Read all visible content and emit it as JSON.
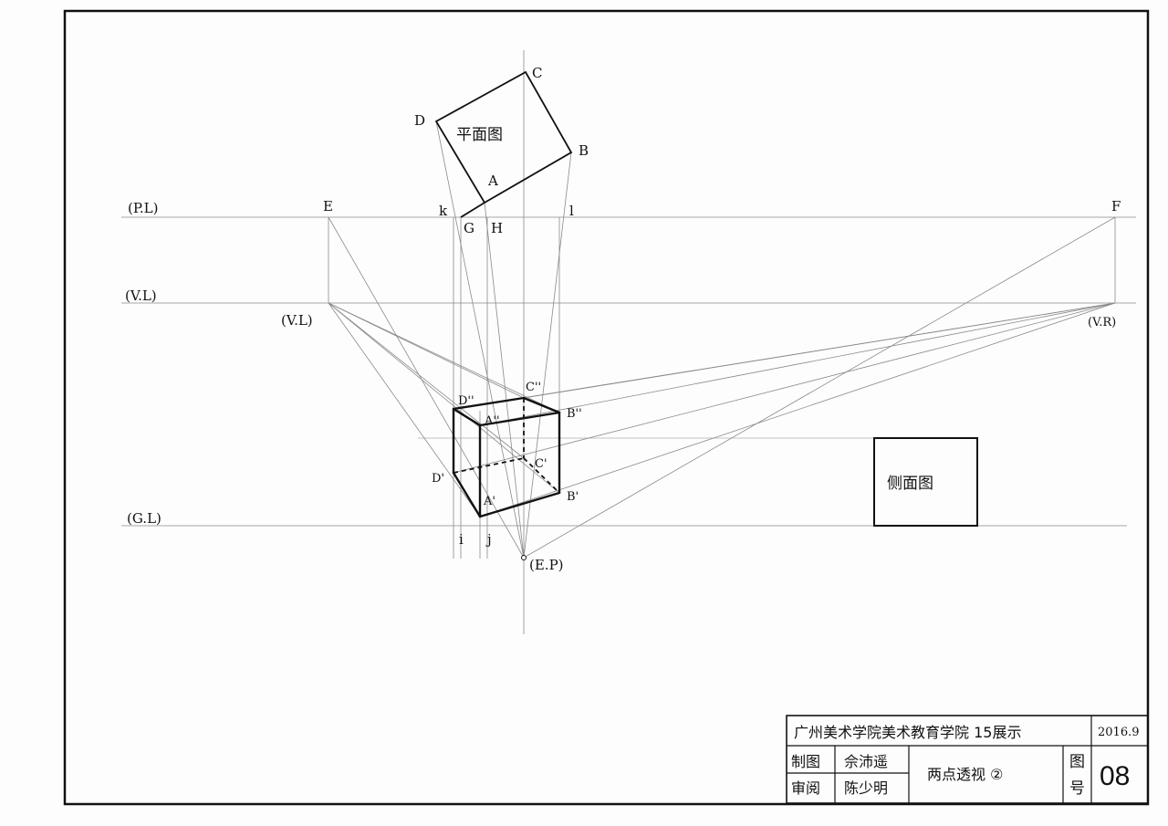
{
  "lines": {
    "picture_plane": "(P.L)",
    "visual_line": "(V.L)",
    "ground_line": "(G.L)"
  },
  "points": {
    "E": "E",
    "F": "F",
    "vanishing_left": "(V.L)",
    "vanishing_right": "(V.R)",
    "eye_point": "(E.P)",
    "plan_A": "A",
    "plan_B": "B",
    "plan_C": "C",
    "plan_D": "D",
    "G": "G",
    "H": "H",
    "k": "k",
    "l": "l",
    "i": "i",
    "j": "j",
    "A_top": "A''",
    "B_top": "B''",
    "C_top": "C''",
    "D_top": "D''",
    "A_bottom": "A'",
    "B_bottom": "B'",
    "C_bottom": "C'",
    "D_bottom": "D'"
  },
  "plan_view_label": "平面图",
  "side_view_label": "侧面图",
  "title_block": {
    "institution": "广州美术学院美术教育学院 15展示",
    "date": "2016.9",
    "drawn_by_label": "制图",
    "drawn_by": "佘沛遥",
    "reviewed_by_label": "审阅",
    "reviewed_by": "陈少明",
    "drawing_title": "两点透视",
    "drawing_index": "②",
    "sheet_label_top": "图",
    "sheet_label_bottom": "号",
    "sheet_number": "08"
  }
}
